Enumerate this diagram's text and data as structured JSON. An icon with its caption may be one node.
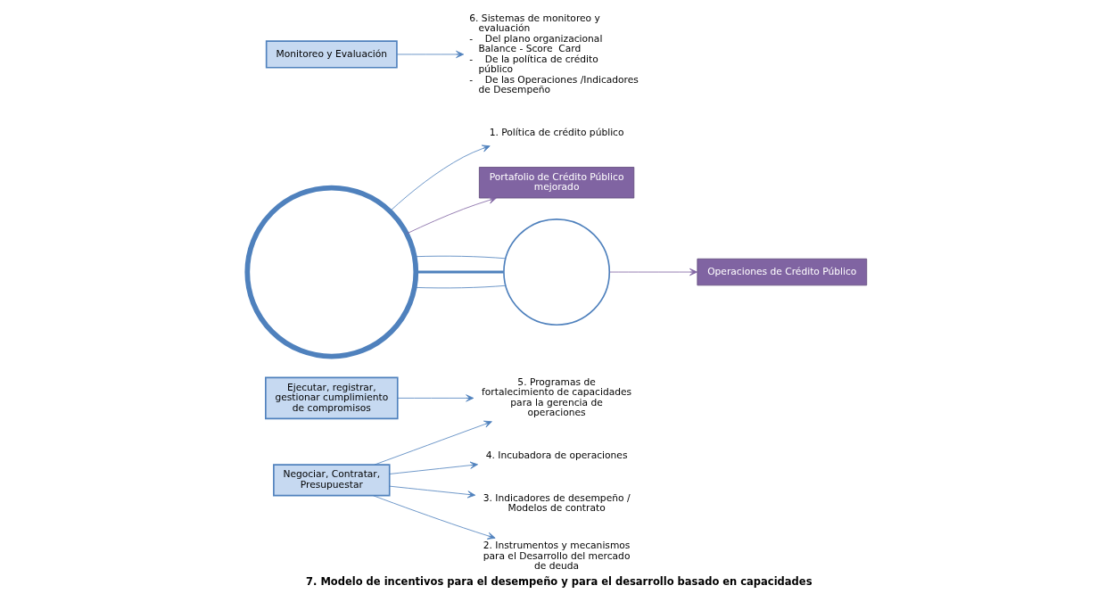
{
  "diagram": {
    "caption": "7. Modelo de incentivos para el desempeño y para el desarrollo basado en capacidades",
    "nodes": [
      {
        "text": [
          "5. Programas de fortalecimiento de capacidades para la gerencia de operaciones"
        ]
      },
      {
        "text": [
          "Ejecutar, registrar, gestionar cumplimiento de compromisos"
        ]
      },
      {
        "text": [
          "1. Política de crédito público"
        ]
      },
      {
        "text": [
          "Portafolio de Crédito Público  mejorado"
        ]
      },
      {
        "text": [
          "Operaciones de Crédito Público"
        ]
      },
      {
        "text": [],
        "shape": "circle"
      },
      {
        "text": [],
        "shape": "circle"
      },
      {
        "text": [
          "Monitoreo y Evaluación"
        ]
      },
      {
        "text": [
          "Negociar, Contratar, Presupuestar"
        ]
      },
      {
        "text": [
          "4. Incubadora de operaciones"
        ]
      },
      {
        "text": [
          "6. Sistemas de monitoreo y evaluación",
          "-    Del plano organizacional Balance - Score  Card",
          "-    De la política de crédito público",
          "-    De las Operaciones /Indicadores de Desempeño"
        ]
      },
      {
        "text": [
          "3. Indicadores de desempeño / Modelos de contrato"
        ]
      },
      {
        "text": [
          "2. Instrumentos y mecanismos para el Desarrollo del mercado de deuda"
        ]
      }
    ],
    "edges": [
      {
        "from": 1,
        "to": 0,
        "arrow": "to"
      },
      {
        "from": 8,
        "to": 0,
        "arrow": "to"
      },
      {
        "from": 5,
        "to": 2,
        "arrow": "to"
      },
      {
        "from": 5,
        "to": 3,
        "arrow": "to",
        "color": "#8064a2"
      },
      {
        "from": 6,
        "to": 4,
        "arrow": "to",
        "color": "#8064a2"
      },
      {
        "from": 5,
        "to": 6,
        "arrow": "none"
      },
      {
        "from": 5,
        "to": 6,
        "arrow": "none",
        "style": "thick"
      },
      {
        "from": 5,
        "to": 6,
        "arrow": "none"
      },
      {
        "from": 7,
        "to": 10,
        "arrow": "to"
      },
      {
        "from": 8,
        "to": 9,
        "arrow": "to"
      },
      {
        "from": 8,
        "to": 11,
        "arrow": "to"
      },
      {
        "from": 8,
        "to": 12,
        "arrow": "to"
      }
    ]
  }
}
